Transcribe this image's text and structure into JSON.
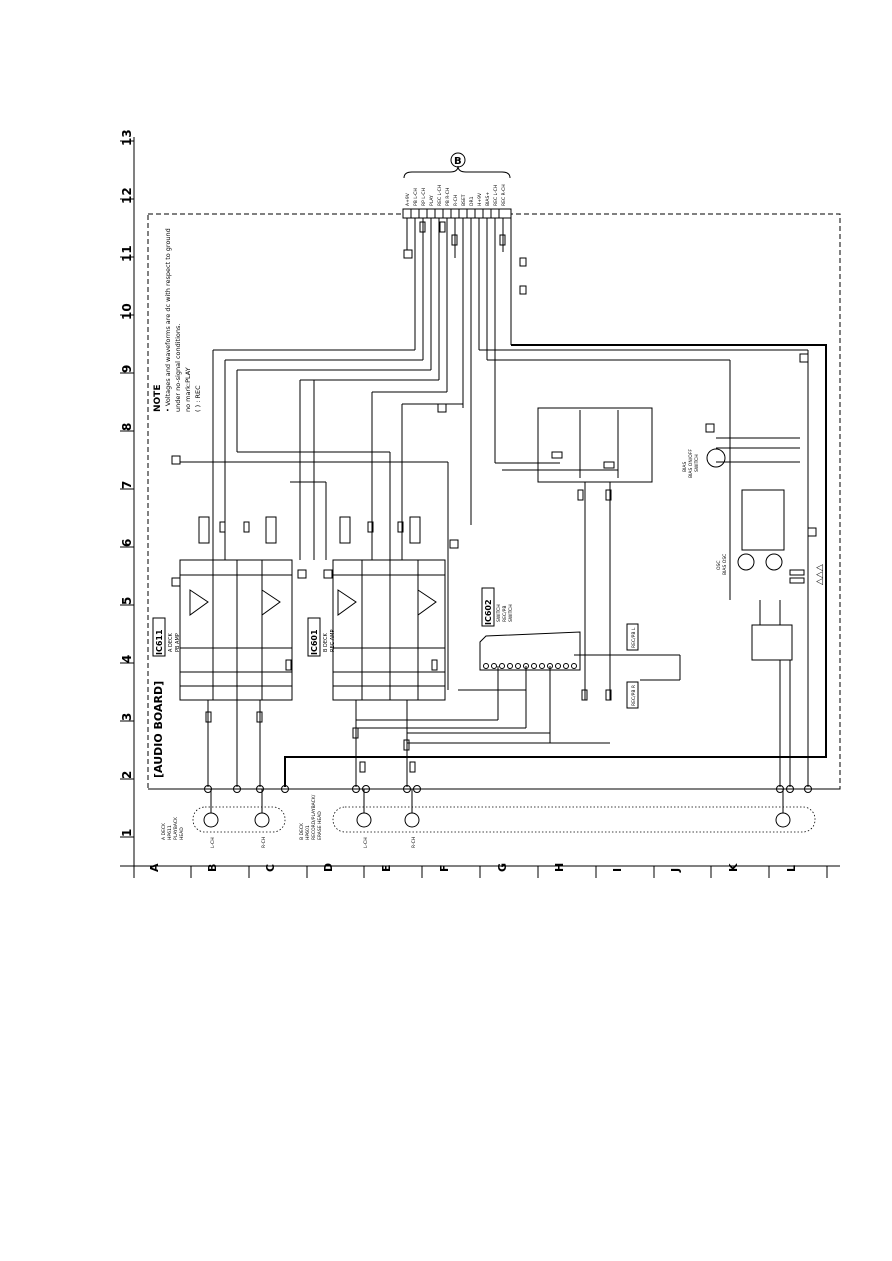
{
  "grid": {
    "columns": [
      "1",
      "2",
      "3",
      "4",
      "5",
      "6",
      "7",
      "8",
      "9",
      "10",
      "11",
      "12",
      "13"
    ],
    "rows": [
      "A",
      "B",
      "C",
      "D",
      "E",
      "F",
      "G",
      "H",
      "I",
      "J",
      "K",
      "L"
    ]
  },
  "board_title": "[AUDIO BOARD]",
  "connector_ref": "B",
  "connector_pins": [
    "A+9V",
    "PB L-CH",
    "RP L-CH",
    "PLAY",
    "REC L-CH",
    "PB R-CH",
    "R-CH",
    "BSET",
    "DR1",
    "H+9V",
    "BIAS+",
    "REC L-CH",
    "REC R-CH"
  ],
  "note": {
    "title": "NOTE",
    "lines": [
      "• Voltages and waveforms are dc with respect to ground",
      "  under no-signal conditions.",
      "  no mark:PLAY",
      "  ( ) : REC"
    ]
  },
  "ics": [
    {
      "ref": "IC611",
      "desc": [
        "A DECK",
        "PB AMP"
      ]
    },
    {
      "ref": "IC601",
      "desc": [
        "B DECK",
        "REC AMP"
      ]
    },
    {
      "ref": "IC602",
      "desc": [
        "SWITCH",
        "REC/PB",
        "SWITCH"
      ]
    }
  ],
  "heads": [
    {
      "caption": [
        "A DECK",
        "HP611",
        "PLAYBACK",
        "HEAD"
      ],
      "labels": [
        "L-CH",
        "R-CH"
      ]
    },
    {
      "caption": [
        "B DECK",
        "HP601",
        "RECORD/PLAYBACK/",
        "ERASE HEAD"
      ],
      "labels": [
        "L-CH",
        "R-CH"
      ]
    }
  ],
  "switch_labels": [
    "REC/PB L",
    "REC/PB R"
  ],
  "bias_labels": [
    "BIAS",
    "BIAS ON/OFF",
    "SWITCH",
    "OSC",
    "BIAS OSC"
  ],
  "warning_mark": "△△△"
}
